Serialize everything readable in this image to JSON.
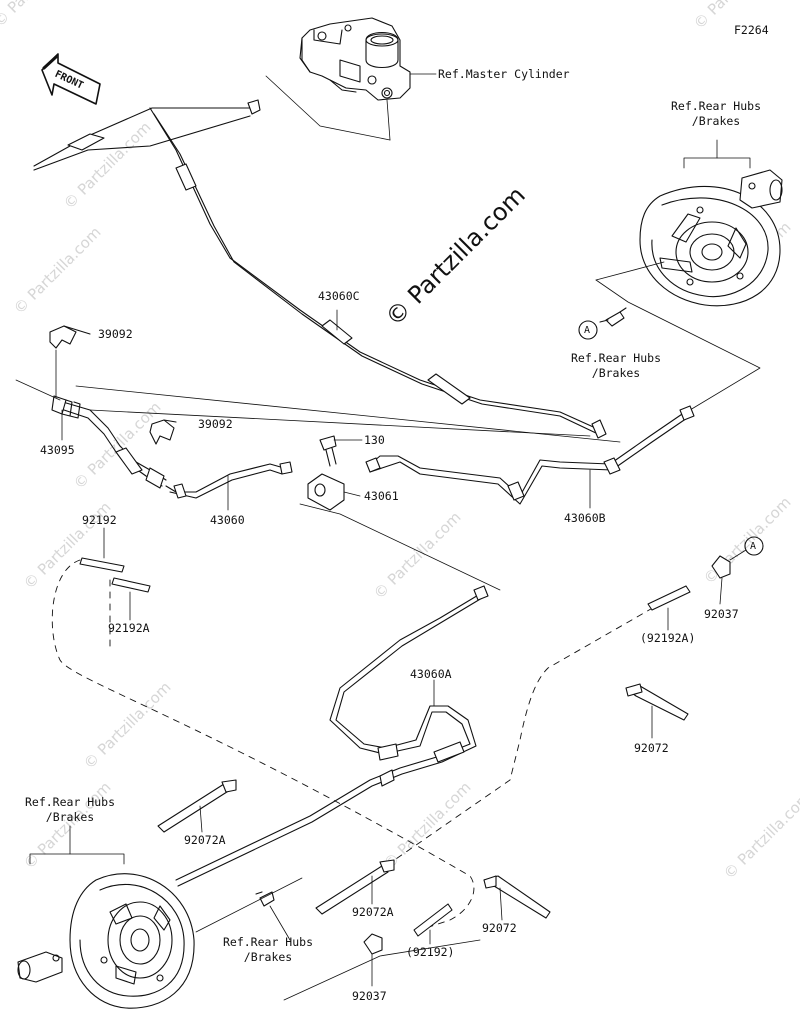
{
  "figure_code": "F2264",
  "watermark": {
    "text": "© Partzilla.com",
    "copies": 13
  },
  "front_arrow": {
    "label": "FRONT"
  },
  "refs": {
    "master_cylinder": "Ref.Master Cylinder",
    "rear_hubs_line1": "Ref.Rear Hubs",
    "rear_hubs_line2": "/Brakes"
  },
  "circle_marker": "A",
  "parts": {
    "p43060C": "43060C",
    "p39092a": "39092",
    "p39092b": "39092",
    "p43095": "43095",
    "p130": "130",
    "p43061": "43061",
    "p43060": "43060",
    "p43060B": "43060B",
    "p92192": "92192",
    "p92192A": "92192A",
    "p92192A_paren": "(92192A)",
    "p92037a": "92037",
    "p43060A": "43060A",
    "p92072a": "92072",
    "p92072A_a": "92072A",
    "p92072A_b": "92072A",
    "p92072b": "92072",
    "p92192_paren": "(92192)",
    "p92037b": "92037"
  },
  "colors": {
    "ink": "#111111",
    "watermark": "#d6d6d6"
  }
}
